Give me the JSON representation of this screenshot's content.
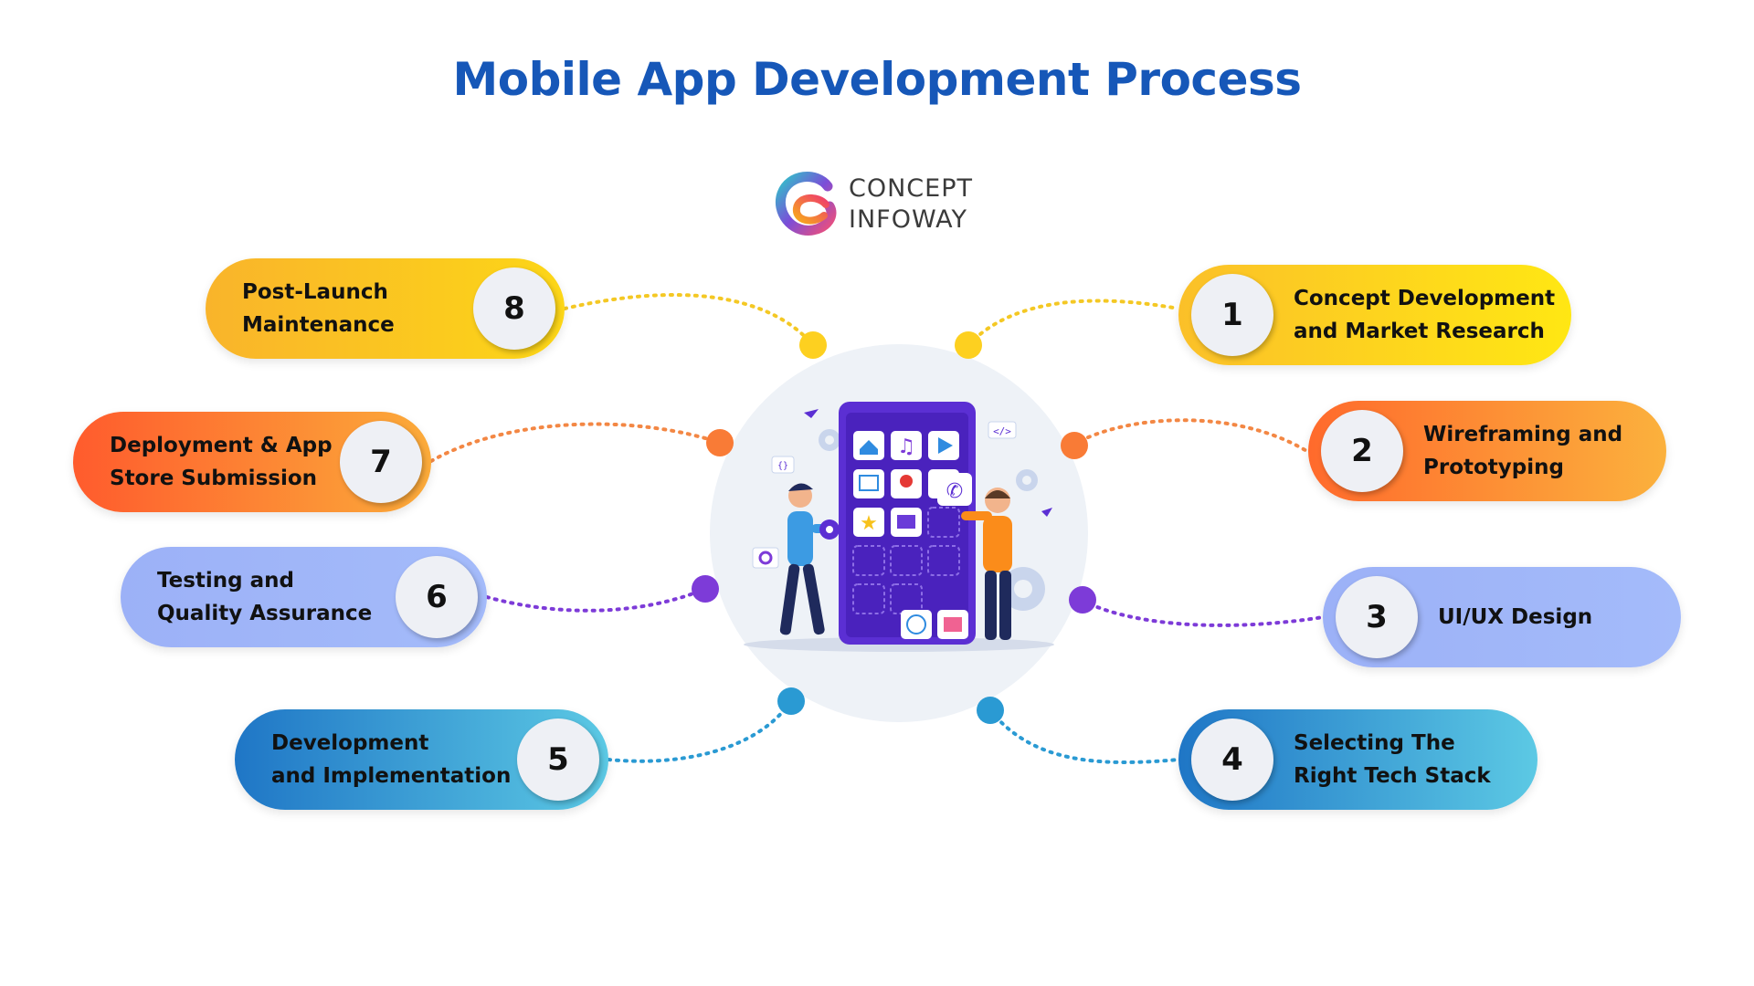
{
  "title": "Mobile App Development Process",
  "logo": {
    "line1": "CONCEPT",
    "line2": "INFOWAY"
  },
  "steps": [
    {
      "number": "1",
      "line1": "Concept Development",
      "line2": "and Market Research"
    },
    {
      "number": "2",
      "line1": "Wireframing and",
      "line2": "Prototyping"
    },
    {
      "number": "3",
      "line1": "UI/UX Design",
      "line2": ""
    },
    {
      "number": "4",
      "line1": "Selecting The",
      "line2": "Right Tech Stack"
    },
    {
      "number": "5",
      "line1": "Development",
      "line2": "and Implementation"
    },
    {
      "number": "6",
      "line1": "Testing and",
      "line2": "Quality Assurance"
    },
    {
      "number": "7",
      "line1": "Deployment & App",
      "line2": "Store Submission"
    },
    {
      "number": "8",
      "line1": "Post-Launch",
      "line2": "Maintenance"
    }
  ],
  "colors": {
    "title": "#1657b8",
    "yellow": "#fcd617",
    "orange": "#fb6a2c",
    "lavender": "#a0b6f8",
    "blue": "#2f90d0",
    "dot_yellow": "#fdd020",
    "dot_orange": "#f97b36",
    "dot_purple": "#7d3bd8",
    "dot_blue": "#2a9ad3"
  }
}
